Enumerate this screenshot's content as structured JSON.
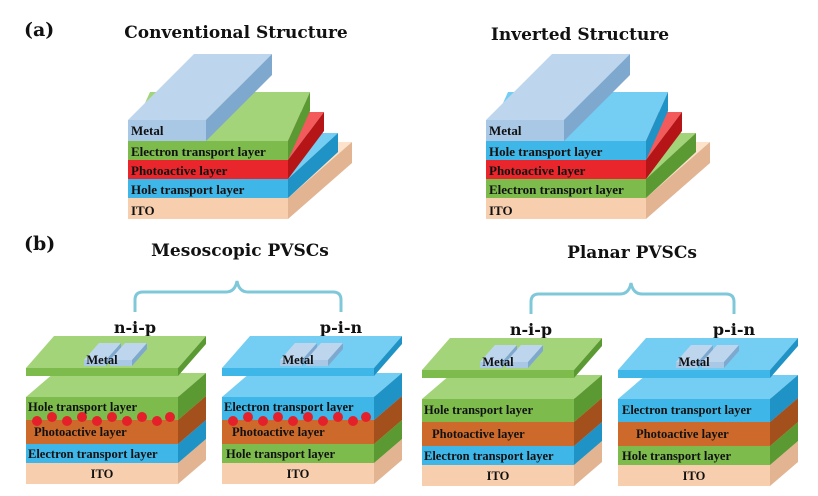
{
  "panel_a": {
    "label": "(a)",
    "conventional": {
      "title": "Conventional Structure",
      "layers": [
        "ITO",
        "Hole transport layer",
        "Photoactive layer",
        "Electron transport layer",
        "Metal"
      ]
    },
    "inverted": {
      "title": "Inverted Structure",
      "layers": [
        "ITO",
        "Electron transport layer",
        "Photoactive layer",
        "Hole transport layer",
        "Metal"
      ]
    }
  },
  "panel_b": {
    "label": "(b)",
    "mesoscopic": {
      "title": "Mesoscopic PVSCs",
      "nip": {
        "label": "n-i-p",
        "layers": [
          "ITO",
          "Electron transport layer",
          "Photoactive layer",
          "Hole transport layer"
        ],
        "metal": "Metal"
      },
      "pin": {
        "label": "p-i-n",
        "layers": [
          "ITO",
          "Hole transport layer",
          "Photoactive layer",
          "Electron transport layer"
        ],
        "metal": "Metal"
      }
    },
    "planar": {
      "title": "Planar PVSCs",
      "nip": {
        "label": "n-i-p",
        "layers": [
          "ITO",
          "Electron transport layer",
          "Photoactive layer",
          "Hole transport layer"
        ],
        "metal": "Metal"
      },
      "pin": {
        "label": "p-i-n",
        "layers": [
          "ITO",
          "Hole transport layer",
          "Photoactive layer",
          "Electron transport layer"
        ],
        "metal": "Metal"
      }
    }
  },
  "colors": {
    "ito": "#f8cfae",
    "htl": "#3fb6e8",
    "etl": "#7cbb4c",
    "photoactive_conv": "#e8262b",
    "photoactive_pvsc": "#cd6a2b",
    "metal": "#a9c8e6",
    "bracket": "#7fc8da",
    "particles": "#e5202a"
  }
}
